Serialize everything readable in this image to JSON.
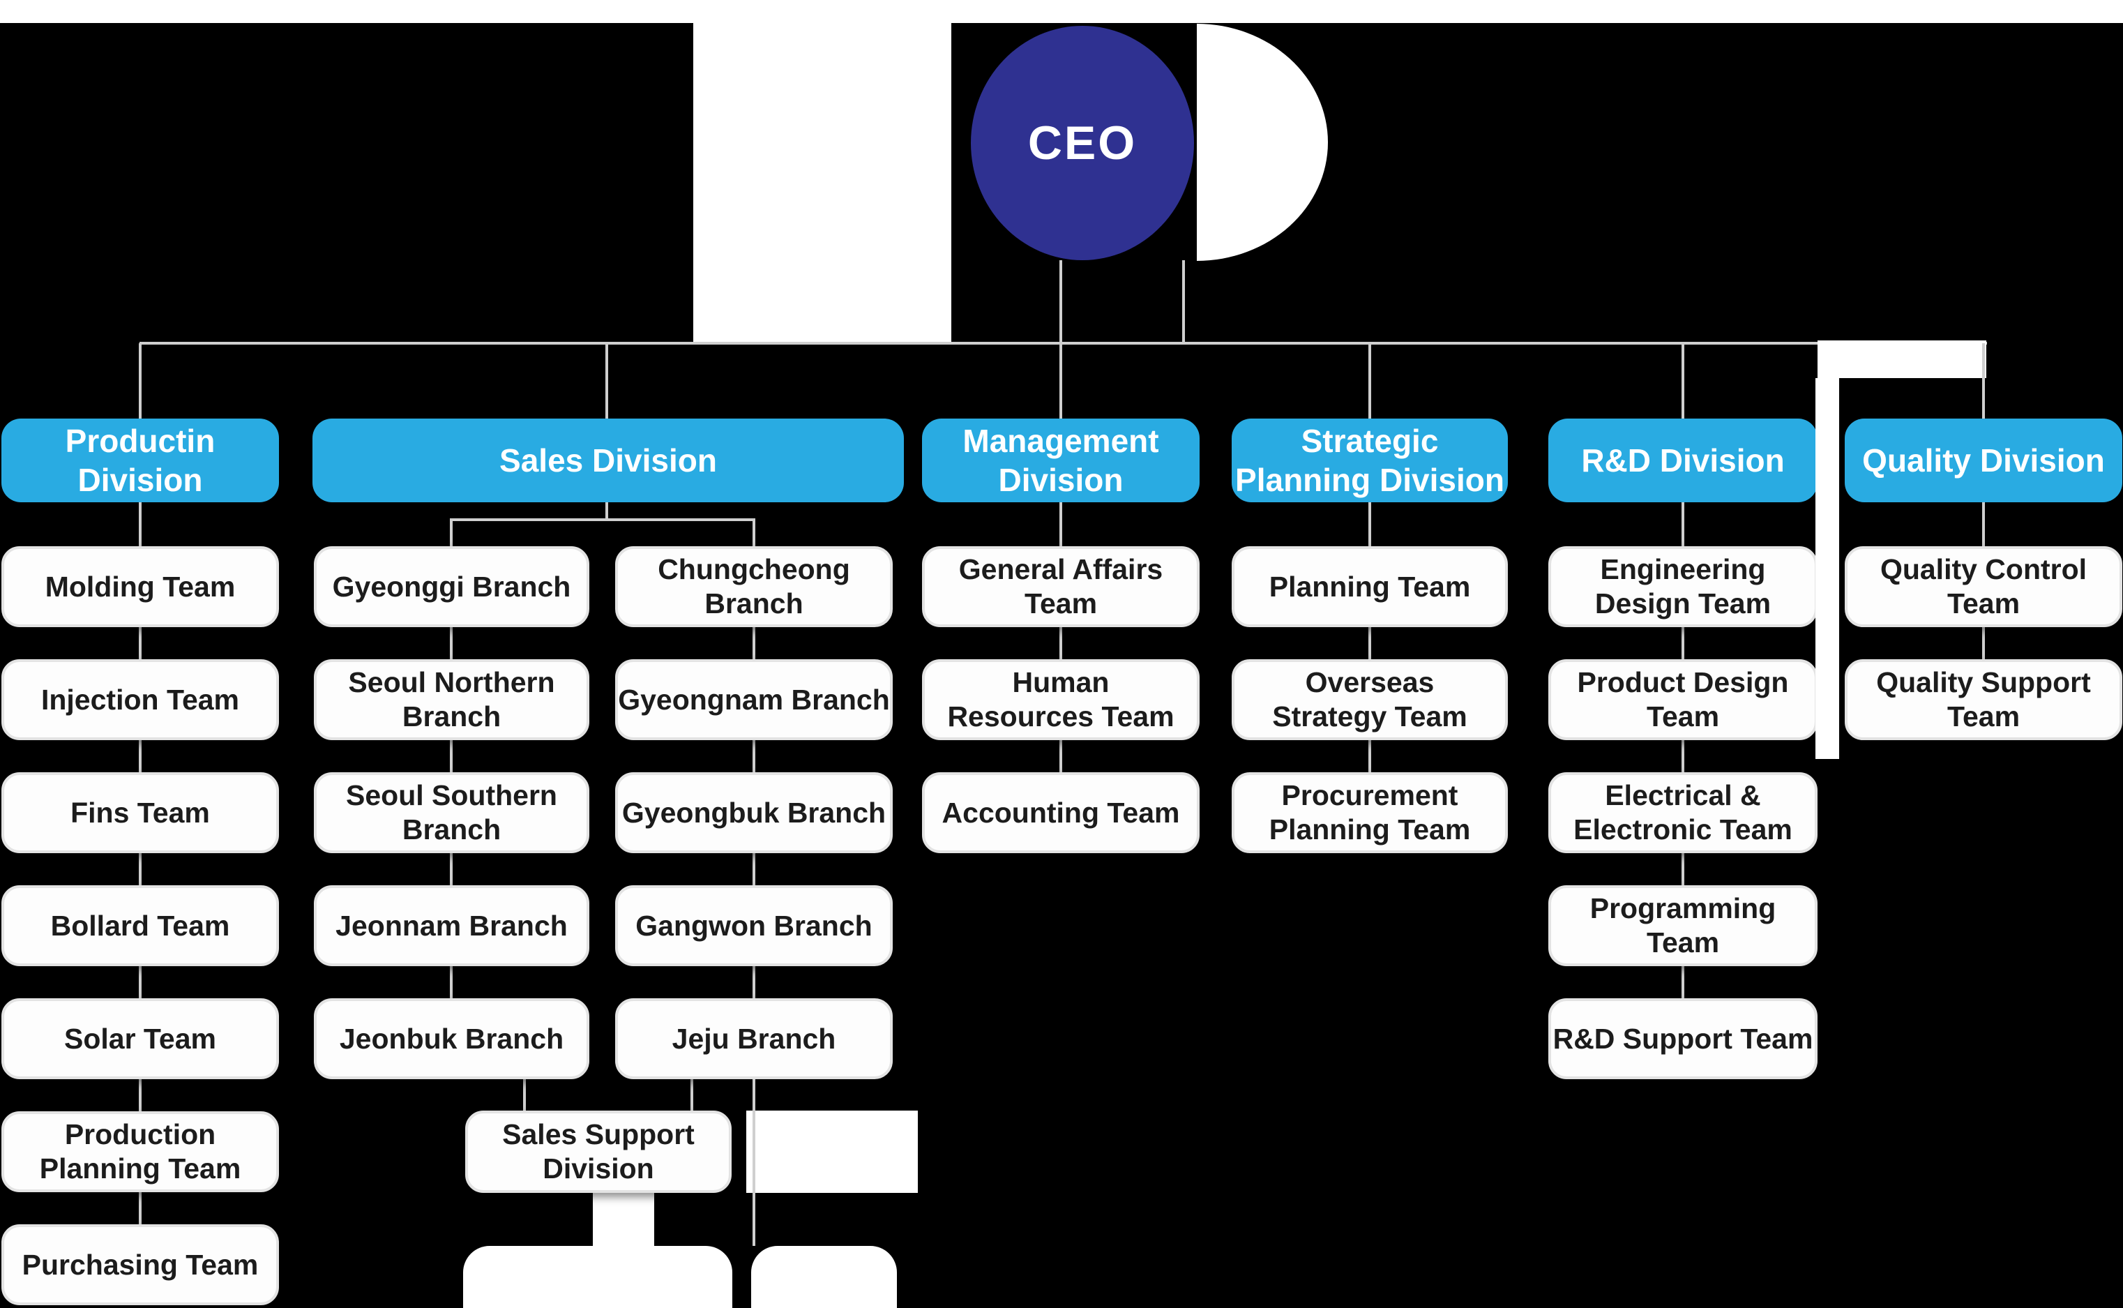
{
  "ceo": {
    "label": "CEO"
  },
  "colors": {
    "background": "#000000",
    "ceo_bg": "#2f3191",
    "ceo_text": "#ffffff",
    "division_bg": "#29abe2",
    "division_text": "#ffffff",
    "box_bg": "#fdfdfd",
    "box_border": "#e3e3e3",
    "box_text": "#1c1c1c",
    "connector": "#cfcfcf",
    "artifact": "#ffffff"
  },
  "divisions": [
    {
      "key": "production",
      "label": "Productin Division",
      "label_lines": [
        "Productin",
        "Division"
      ],
      "teams": [
        [
          "Molding Team"
        ],
        [
          "Injection Team"
        ],
        [
          "Fins Team"
        ],
        [
          "Bollard Team"
        ],
        [
          "Solar Team"
        ],
        [
          "Production",
          "Planning Team"
        ],
        [
          "Purchasing Team"
        ]
      ]
    },
    {
      "key": "sales",
      "label": "Sales Division",
      "label_lines": [
        "Sales Division"
      ],
      "branches_left": [
        [
          "Gyeonggi Branch"
        ],
        [
          "Seoul Northern",
          "Branch"
        ],
        [
          "Seoul Southern",
          "Branch"
        ],
        [
          "Jeonnam Branch"
        ],
        [
          "Jeonbuk Branch"
        ]
      ],
      "branches_right": [
        [
          "Chungcheong Branch"
        ],
        [
          "Gyeongnam Branch"
        ],
        [
          "Gyeongbuk Branch"
        ],
        [
          "Gangwon Branch"
        ],
        [
          "Jeju Branch"
        ]
      ],
      "support_label": "Sales Support Division"
    },
    {
      "key": "management",
      "label": "Management Division",
      "label_lines": [
        "Management",
        "Division"
      ],
      "teams": [
        [
          "General Affairs Team"
        ],
        [
          "Human",
          "Resources Team"
        ],
        [
          "Accounting Team"
        ]
      ]
    },
    {
      "key": "strategic",
      "label": "Strategic Planning Division",
      "label_lines": [
        "Strategic",
        "Planning Division"
      ],
      "teams": [
        [
          "Planning Team"
        ],
        [
          "Overseas",
          "Strategy Team"
        ],
        [
          "Procurement",
          "Planning Team"
        ]
      ]
    },
    {
      "key": "rnd",
      "label": "R&D Division",
      "label_lines": [
        "R&D Division"
      ],
      "teams": [
        [
          "Engineering",
          "Design Team"
        ],
        [
          "Product Design Team"
        ],
        [
          "Electrical &",
          "Electronic Team"
        ],
        [
          "Programming Team"
        ],
        [
          "R&D Support Team"
        ]
      ]
    },
    {
      "key": "quality",
      "label": "Quality Division",
      "label_lines": [
        "Quality Division"
      ],
      "teams": [
        [
          "Quality Control Team"
        ],
        [
          "Quality Support Team"
        ]
      ]
    }
  ]
}
